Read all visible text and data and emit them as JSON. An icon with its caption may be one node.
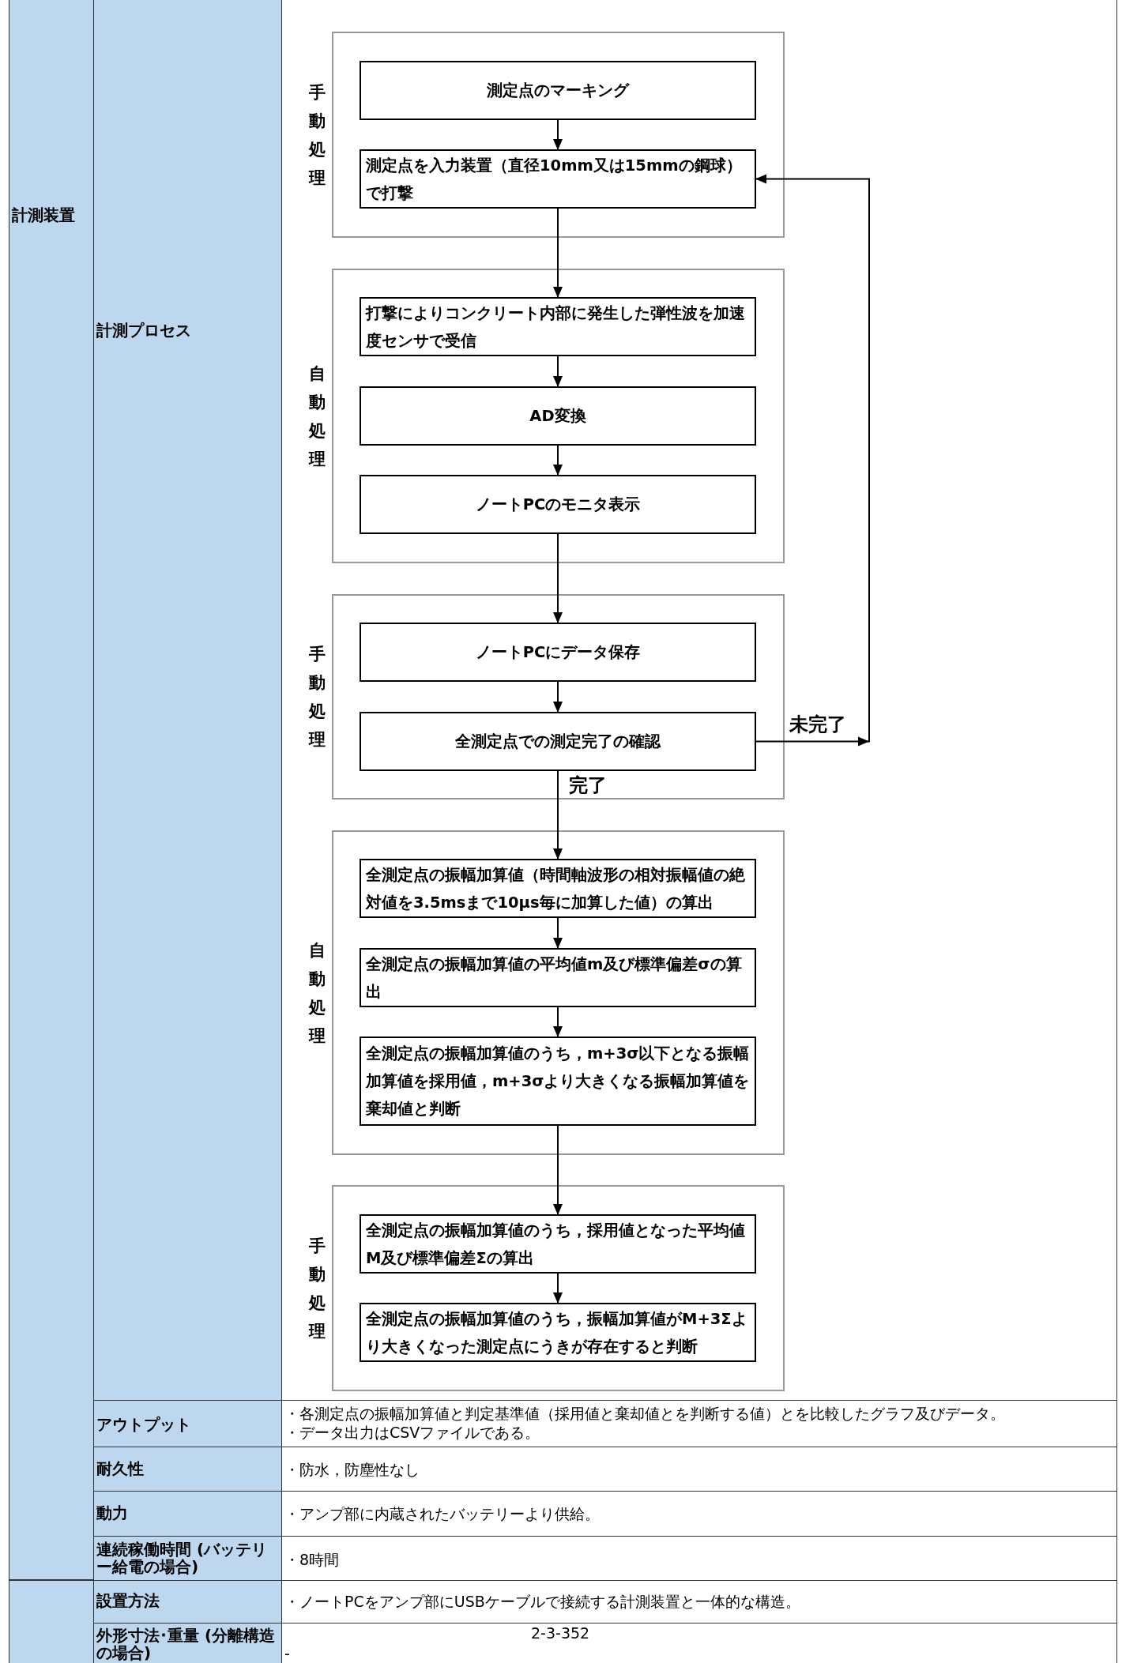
{
  "diagram": {
    "nodes": [
      {
        "text": [
          "手動処理"
        ]
      },
      {
        "text": [
          "測定点のマーキング"
        ],
        "in": 0
      },
      {
        "text": [
          "測定点を入力装置（直径10mm又は15mmの鋼球）で打撃"
        ],
        "in": 0
      },
      {
        "text": [
          "自動処理"
        ]
      },
      {
        "text": [
          "打撃によりコンクリート内部に発生した弾性波を加速度センサで受信"
        ],
        "in": 3
      },
      {
        "text": [
          "AD変換"
        ],
        "in": 3
      },
      {
        "text": [
          "ノートPCのモニタ表示"
        ],
        "in": 3
      },
      {
        "text": [
          "手動処理"
        ]
      },
      {
        "text": [
          "ノートPCにデータ保存"
        ],
        "in": 7
      },
      {
        "text": [
          "全測定点での測定完了の確認"
        ],
        "in": 7
      },
      {
        "text": [
          "自動処理"
        ]
      },
      {
        "text": [
          "全測定点の振幅加算値（時間軸波形の相対振幅値の絶対値を3.5msまで10μs毎に加算した値）の算出"
        ],
        "in": 10
      },
      {
        "text": [
          "全測定点の振幅加算値の平均値m及び標準偏差σの算出"
        ],
        "in": 10
      },
      {
        "text": [
          "全測定点の振幅加算値のうち，m+3σ以下となる振幅加算値を採用値，m+3σより大きくなる振幅加算値を棄却値と判断"
        ],
        "in": 10
      },
      {
        "text": [
          "手動処理"
        ]
      },
      {
        "text": [
          "全測定点の振幅加算値のうち，採用値となった平均値M及び標準偏差Σの算出"
        ],
        "in": 14
      },
      {
        "text": [
          "全測定点の振幅加算値のうち，振幅加算値がM+3Σより大きくなった測定点にうきが存在すると判断"
        ],
        "in": 14
      }
    ],
    "edges": [
      {
        "from": 1,
        "to": 2,
        "arrow": "to"
      },
      {
        "from": 2,
        "to": 4,
        "arrow": "to"
      },
      {
        "from": 4,
        "to": 5,
        "arrow": "to"
      },
      {
        "from": 5,
        "to": 6,
        "arrow": "to"
      },
      {
        "from": 6,
        "to": 8,
        "arrow": "to"
      },
      {
        "from": 8,
        "to": 9,
        "arrow": "to"
      },
      {
        "from": 9,
        "to": 11,
        "arrow": "to",
        "label": "完了"
      },
      {
        "from": 11,
        "to": 12,
        "arrow": "to"
      },
      {
        "from": 12,
        "to": 13,
        "arrow": "to"
      },
      {
        "from": 13,
        "to": 15,
        "arrow": "to"
      },
      {
        "from": 15,
        "to": 16,
        "arrow": "to"
      },
      {
        "from": 9,
        "to": 2,
        "arrow": "to",
        "label": "未完了"
      }
    ],
    "labels": [
      "計測装置",
      "計測プロセス",
      "アウトプット",
      "・各測定点の振幅加算値と判定基準値（採用値と棄却値とを判断する値）とを比較したグラフ及びデータ。",
      "・データ出力はCSVファイルである。",
      "耐久性",
      "・防水，防塵性なし",
      "動力",
      "・アンプ部に内蔵されたバッテリーより供給。",
      "連続稼働時間 (バッテリー給電の場合)",
      "・8時間",
      "設置方法",
      "・ノートPCをアンプ部にUSBケーブルで接続する計測装置と一体的な構造。",
      "外形寸法･重量 (分離構造の場合)",
      "-",
      "2-3-352"
    ]
  }
}
